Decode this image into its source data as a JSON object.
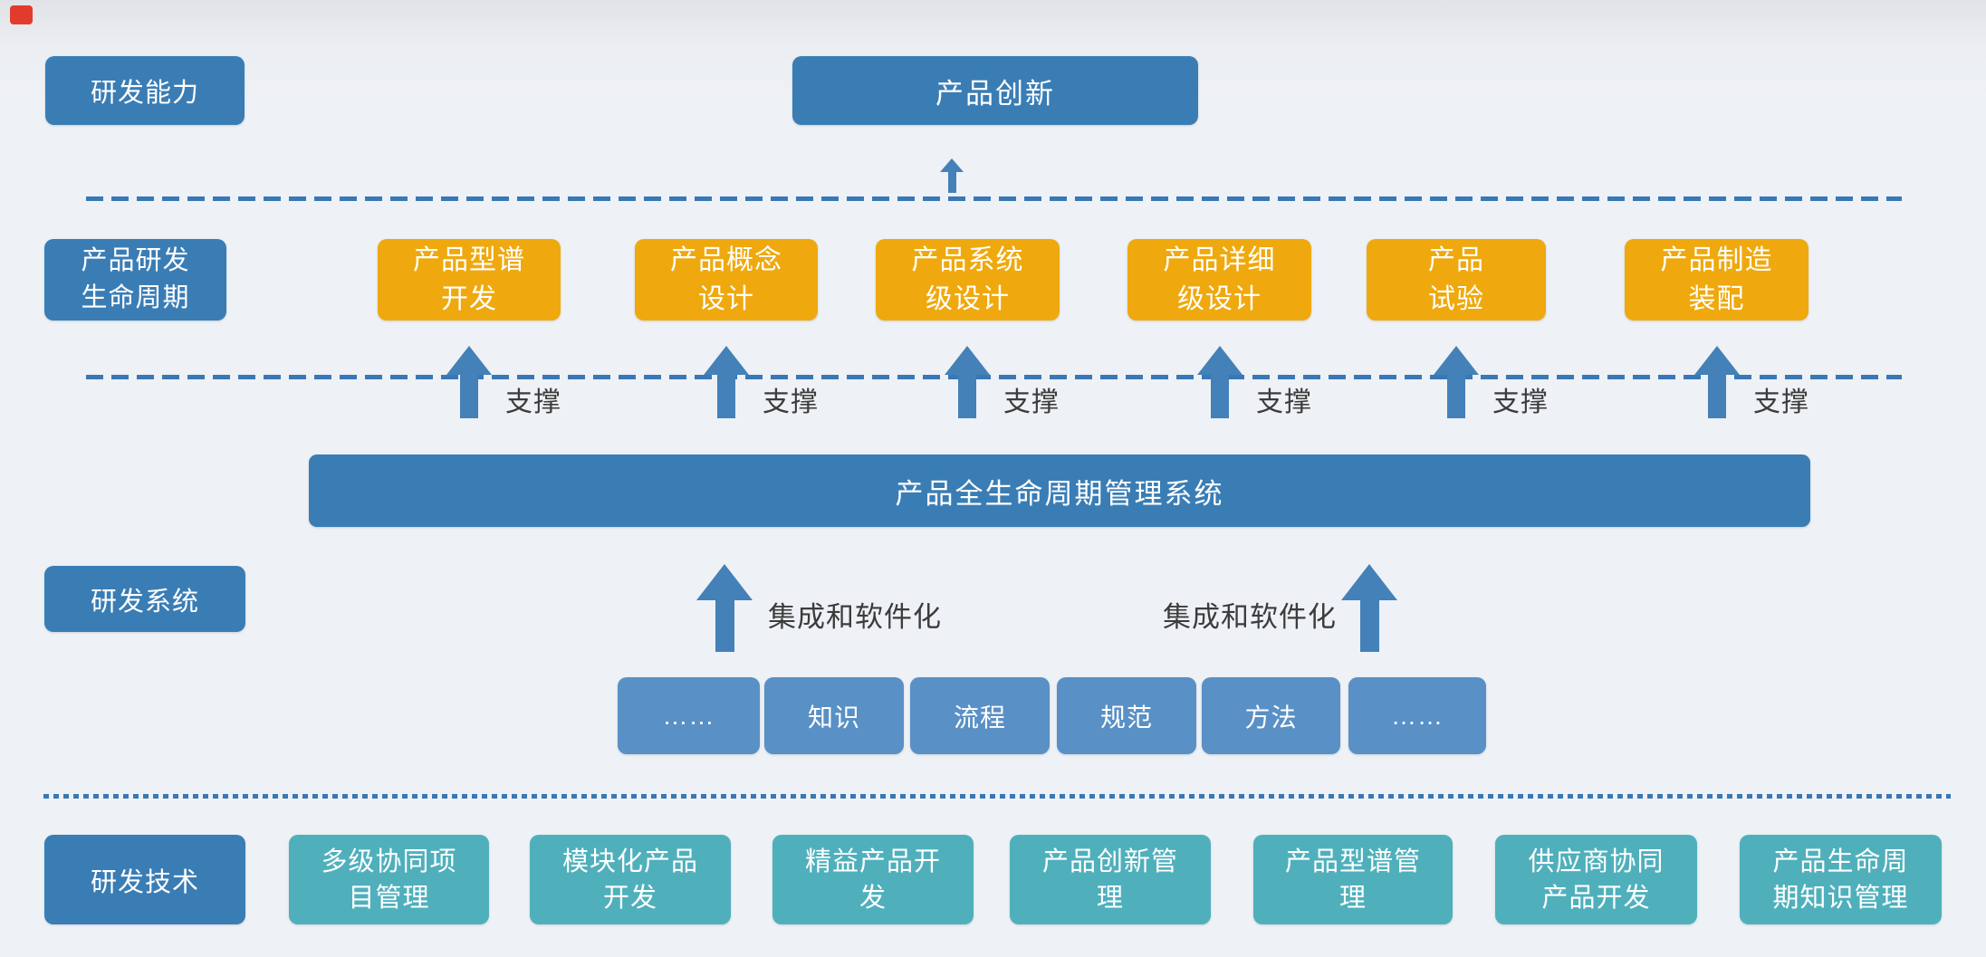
{
  "indicator": {
    "name": "red-marker",
    "color": "#e23b2e"
  },
  "colors": {
    "primary_blue": "#3a7db5",
    "orange": "#efa90e",
    "light_blue": "#5990c6",
    "teal": "#4fb0bc",
    "dash_line": "#3978b5",
    "note_text": "#3c3c3c",
    "background": "#eef1f5"
  },
  "capability_row": {
    "side_label": "研发能力",
    "main_box": "产品创新"
  },
  "lifecycle_row": {
    "side_label_lines": [
      "产品研发",
      "生命周期"
    ],
    "support_label": "支撑",
    "boxes": [
      {
        "lines": [
          "产品型谱",
          "开发"
        ]
      },
      {
        "lines": [
          "产品概念",
          "设计"
        ]
      },
      {
        "lines": [
          "产品系统",
          "级设计"
        ]
      },
      {
        "lines": [
          "产品详细",
          "级设计"
        ]
      },
      {
        "lines": [
          "产品",
          "试验"
        ]
      },
      {
        "lines": [
          "产品制造",
          "装配"
        ]
      }
    ]
  },
  "plm_bar": {
    "label": "产品全生命周期管理系统"
  },
  "system_row": {
    "side_label": "研发系统",
    "integration_label_left": "集成和软件化",
    "integration_label_right": "集成和软件化",
    "elements": [
      "……",
      "知识",
      "流程",
      "规范",
      "方法",
      "……"
    ]
  },
  "technology_row": {
    "side_label": "研发技术",
    "boxes": [
      {
        "lines": [
          "多级协同项",
          "目管理"
        ]
      },
      {
        "lines": [
          "模块化产品",
          "开发"
        ]
      },
      {
        "lines": [
          "精益产品开",
          "发"
        ]
      },
      {
        "lines": [
          "产品创新管",
          "理"
        ]
      },
      {
        "lines": [
          "产品型谱管",
          "理"
        ]
      },
      {
        "lines": [
          "供应商协同",
          "产品开发"
        ]
      },
      {
        "lines": [
          "产品生命周",
          "期知识管理"
        ]
      }
    ]
  }
}
